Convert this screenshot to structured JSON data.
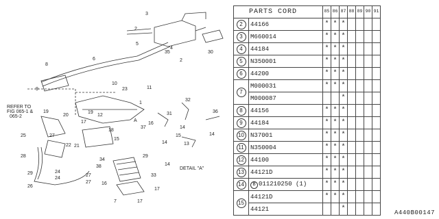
{
  "diagram": {
    "callouts": [
      "1",
      "2",
      "3",
      "4",
      "5",
      "6",
      "7",
      "8",
      "9",
      "10",
      "11",
      "12",
      "13",
      "14",
      "15",
      "16",
      "17",
      "18",
      "19",
      "20",
      "21",
      "22",
      "23",
      "24",
      "25",
      "26",
      "27",
      "28",
      "29",
      "30",
      "31",
      "32",
      "33",
      "34",
      "35",
      "36",
      "37",
      "38"
    ],
    "refer_note": "REFER TO FIG 065-1 & 065-2",
    "detail_label": "DETAIL \"A\"",
    "part_a_label": "A"
  },
  "table": {
    "header": "PARTS CORD",
    "years": [
      "85",
      "86",
      "87",
      "88",
      "89",
      "90",
      "91"
    ],
    "rows": [
      {
        "ref": "2",
        "part": "44166",
        "marks": [
          "*",
          "*",
          "*",
          "",
          "",
          "",
          ""
        ]
      },
      {
        "ref": "3",
        "part": "M660014",
        "marks": [
          "*",
          "*",
          "*",
          "",
          "",
          "",
          ""
        ]
      },
      {
        "ref": "4",
        "part": "44184",
        "marks": [
          "*",
          "*",
          "*",
          "",
          "",
          "",
          ""
        ]
      },
      {
        "ref": "5",
        "part": "N350001",
        "marks": [
          "*",
          "*",
          "*",
          "",
          "",
          "",
          ""
        ]
      },
      {
        "ref": "6",
        "part": "44200",
        "marks": [
          "*",
          "*",
          "*",
          "",
          "",
          "",
          ""
        ]
      },
      {
        "ref": "7",
        "part": "M000031",
        "marks": [
          "*",
          "*",
          "*",
          "",
          "",
          "",
          ""
        ]
      },
      {
        "ref": "",
        "part": "M000087",
        "marks": [
          "",
          "",
          "*",
          "",
          "",
          "",
          ""
        ]
      },
      {
        "ref": "8",
        "part": "44156",
        "marks": [
          "*",
          "*",
          "*",
          "",
          "",
          "",
          ""
        ]
      },
      {
        "ref": "9",
        "part": "44184",
        "marks": [
          "*",
          "*",
          "*",
          "",
          "",
          "",
          ""
        ]
      },
      {
        "ref": "10",
        "part": "N37001",
        "marks": [
          "*",
          "*",
          "*",
          "",
          "",
          "",
          ""
        ]
      },
      {
        "ref": "11",
        "part": "N350004",
        "marks": [
          "*",
          "*",
          "*",
          "",
          "",
          "",
          ""
        ]
      },
      {
        "ref": "12",
        "part": "44100",
        "marks": [
          "*",
          "*",
          "*",
          "",
          "",
          "",
          ""
        ]
      },
      {
        "ref": "13",
        "part": "44121D",
        "marks": [
          "*",
          "*",
          "*",
          "",
          "",
          "",
          ""
        ]
      },
      {
        "ref": "14",
        "bolt": "B",
        "part": "011210250 (1)",
        "marks": [
          "*",
          "*",
          "*",
          "",
          "",
          "",
          ""
        ]
      },
      {
        "ref": "15",
        "part": "44121D",
        "marks": [
          "*",
          "*",
          "*",
          "",
          "",
          "",
          ""
        ]
      },
      {
        "ref": "",
        "part": "44121",
        "marks": [
          "",
          "",
          "*",
          "",
          "",
          "",
          ""
        ]
      }
    ]
  },
  "footer": {
    "code": "A440B00147"
  }
}
